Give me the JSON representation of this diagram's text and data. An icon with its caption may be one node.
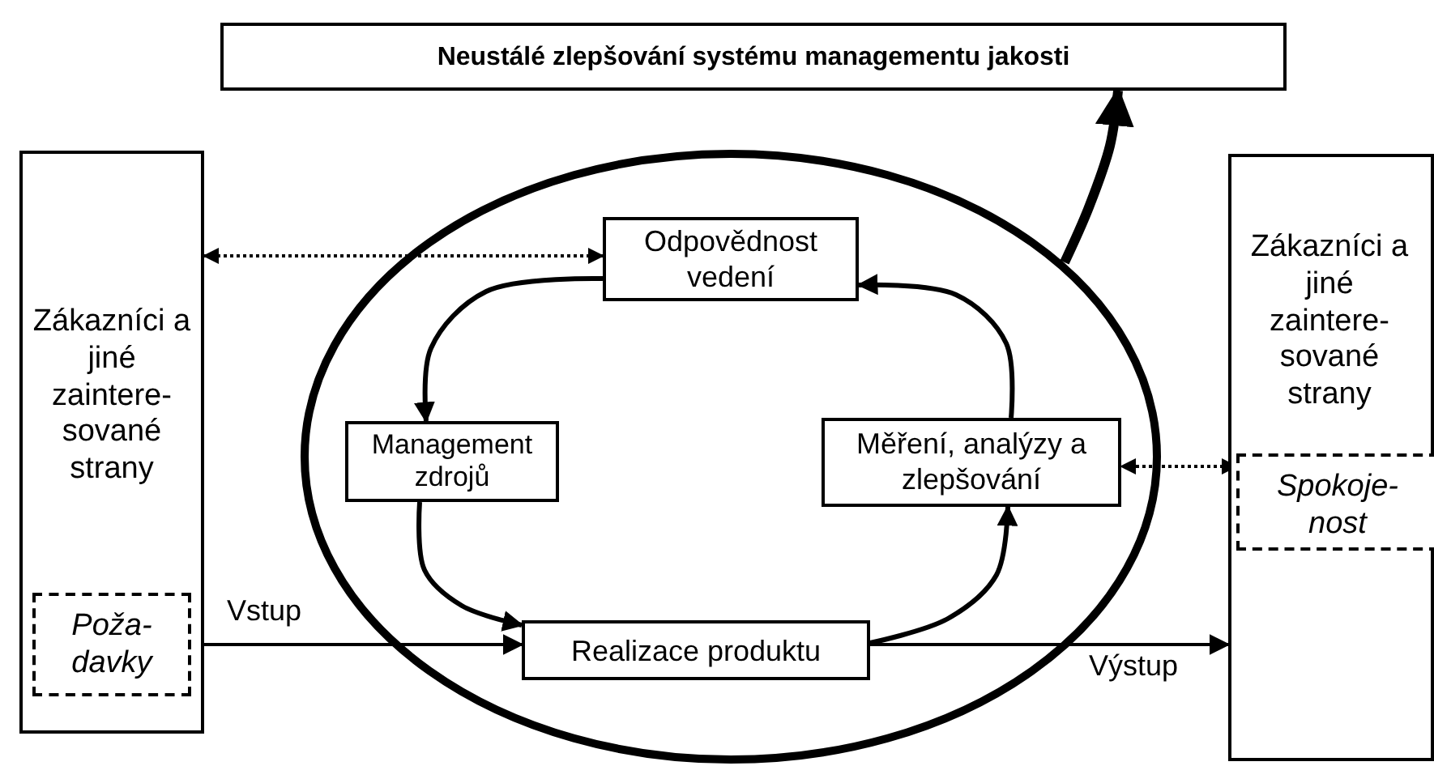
{
  "diagram": {
    "nodes": [
      {
        "text": [
          "Neustálé zlepšování systému managementu jakosti"
        ]
      },
      {
        "text": [
          "Zákazníci a jiné zaintere- sované strany"
        ]
      },
      {
        "text": [
          "Poža- davky"
        ],
        "in": 1
      },
      {
        "text": [],
        "shape": "ellipse"
      },
      {
        "text": [
          "Odpovědnost vedení"
        ],
        "in": 3
      },
      {
        "text": [
          "Management zdrojů"
        ],
        "in": 3
      },
      {
        "text": [
          "Měření, analýzy a zlepšování"
        ],
        "in": 3
      },
      {
        "text": [
          "Realizace produktu"
        ],
        "in": 3
      },
      {
        "text": [
          "Zákazníci a jiné zaintere- sované strany"
        ]
      },
      {
        "text": [
          "Spokoje- nost"
        ],
        "in": 8
      }
    ],
    "edges": [
      {
        "from": 1,
        "to": 4,
        "arrow": "both",
        "style": "dashed"
      },
      {
        "from": 4,
        "to": 5,
        "arrow": "to"
      },
      {
        "from": 5,
        "to": 7,
        "arrow": "to"
      },
      {
        "from": 7,
        "to": 6,
        "arrow": "to"
      },
      {
        "from": 6,
        "to": 4,
        "arrow": "to"
      },
      {
        "from": 9,
        "to": 6,
        "arrow": "both",
        "style": "dashed"
      },
      {
        "from": 2,
        "to": 7,
        "arrow": "to",
        "label": "Vstup"
      },
      {
        "from": 7,
        "to": 8,
        "arrow": "to",
        "label": "Výstup"
      },
      {
        "from": 3,
        "to": 0,
        "arrow": "to",
        "style": "thick"
      }
    ]
  }
}
